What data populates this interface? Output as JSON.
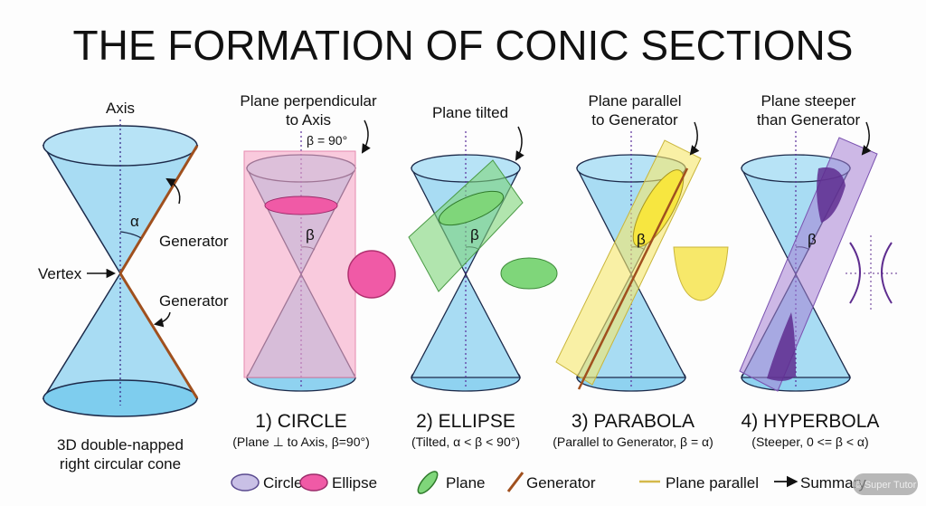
{
  "title": "THE FORMATION OF CONIC SECTIONS",
  "colors": {
    "cone": "#a8dcf3",
    "circle_plane": "#f7a8c8",
    "ellipse_fill": "#f05aa6",
    "plane_green": "#7fd67a",
    "plane_yellow": "#f7e86a",
    "plane_purple": "#a57fd4",
    "generator": "#a0501e"
  },
  "base_cone": {
    "axis_label": "Axis",
    "angle_label": "α",
    "vertex_label": "Vertex",
    "generator_label_top": "Generator",
    "generator_label_bottom": "Generator",
    "caption_line1": "3D double-napped",
    "caption_line2": "right circular cone"
  },
  "panels": [
    {
      "note_line1": "Plane perpendicular",
      "note_line2": "to Axis",
      "beta_note": "β = 90°",
      "angle_label": "β",
      "heading": "1) CIRCLE",
      "subheading": "(Plane ⊥ to Axis, β=90°)"
    },
    {
      "note_line1": "Plane tilted",
      "note_line2": "",
      "angle_label": "β",
      "heading": "2) ELLIPSE",
      "subheading": "(Tilted, α < β < 90°)"
    },
    {
      "note_line1": "Plane parallel",
      "note_line2": "to Generator",
      "angle_label": "β",
      "heading": "3) PARABOLA",
      "subheading": "(Parallel to Generator, β = α)"
    },
    {
      "note_line1": "Plane steeper",
      "note_line2": "than Generator",
      "angle_label": "β",
      "heading": "4) HYPERBOLA",
      "subheading": "(Steeper, 0 <= β < α)"
    }
  ],
  "legend": [
    {
      "label": "Circle",
      "icon": "lavender-ellipse"
    },
    {
      "label": "Ellipse",
      "icon": "pink-ellipse"
    },
    {
      "label": "Plane",
      "icon": "green-leaf"
    },
    {
      "label": "Generator",
      "icon": "brown-line"
    },
    {
      "label": "Plane parallel",
      "icon": "yellow-line"
    },
    {
      "label": "Summary",
      "icon": "arrow-right"
    }
  ],
  "watermark": "© Super Tutor"
}
